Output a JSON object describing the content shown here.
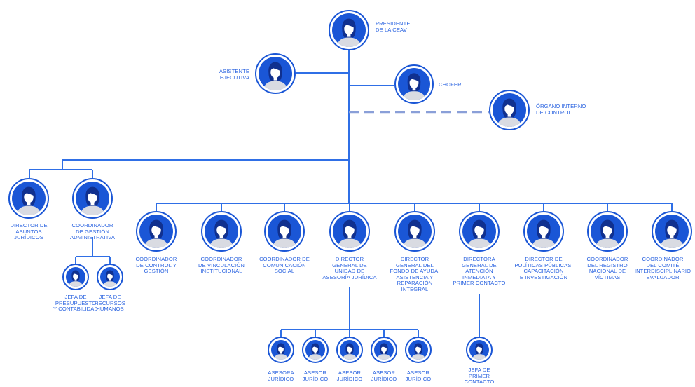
{
  "colors": {
    "line": "#2f6fe6",
    "node": "#1a56d6",
    "dashed": "#8a9fd8",
    "text": "#2a63e0"
  },
  "org": {
    "top": {
      "label": "PRESIDENTE\nDE LA CEAV",
      "icon": "person-icon"
    },
    "asistente": {
      "label": "ASISTENTE\nEJECUTIVA",
      "icon": "person-icon"
    },
    "chofer": {
      "label": "CHOFER",
      "icon": "person-icon"
    },
    "organo": {
      "label": "ÓRGANO INTERNO\nDE CONTROL",
      "icon": "person-icon"
    },
    "left": [
      {
        "label": "DIRECTOR DE\nASUNTOS\nJURÍDICOS"
      },
      {
        "label": "COORDINADOR\nDE GESTIÓN\nADMINISTRATIVA"
      }
    ],
    "left_sub": [
      {
        "label": "JEFA DE\nPRESUPUESTO\nY CONTABILIDAD"
      },
      {
        "label": "JEFA DE\nRECURSOS\nHUMANOS"
      }
    ],
    "row": [
      {
        "label": "COORDINADOR\nDE CONTROL Y\nGESTIÓN"
      },
      {
        "label": "COORDINADOR\nDE VINCULACIÓN\nINSTITUCIONAL"
      },
      {
        "label": "COORDINADOR DE\nCOMUNICACIÓN\nSOCIAL"
      },
      {
        "label": "DIRECTOR\nGENERAL DE\nUNIDAD DE\nASESORÍA JURÍDICA"
      },
      {
        "label": "DIRECTOR\nGENERAL DEL\nFONDO DE AYUDA,\nASISTENCIA Y\nREPARACIÓN\nINTEGRAL"
      },
      {
        "label": "DIRECTORA\nGENERAL DE\nATENCIÓN\nINMEDIATA Y\nPRIMER CONTACTO"
      },
      {
        "label": "DIRECTOR DE\nPOLÍTICAS PÚBLICAS,\nCAPACITACIÓN\nE INVESTIGACIÓN"
      },
      {
        "label": "COORDINADOR\nDEL REGISTRO\nNACIONAL DE\nVÍCTIMAS"
      },
      {
        "label": "COORDINADOR\nDEL COMITÉ\nINTERDISCIPLINARIO\nEVALUADOR"
      }
    ],
    "asesores": [
      {
        "label": "ASESORA\nJURÍDICO"
      },
      {
        "label": "ASESOR\nJURÍDICO"
      },
      {
        "label": "ASESOR\nJURÍDICO"
      },
      {
        "label": "ASESOR\nJURÍDICO"
      },
      {
        "label": "ASESOR\nJURÍDICO"
      }
    ],
    "primer": {
      "label": "JEFA DE\nPRIMER\nCONTACTO"
    }
  }
}
